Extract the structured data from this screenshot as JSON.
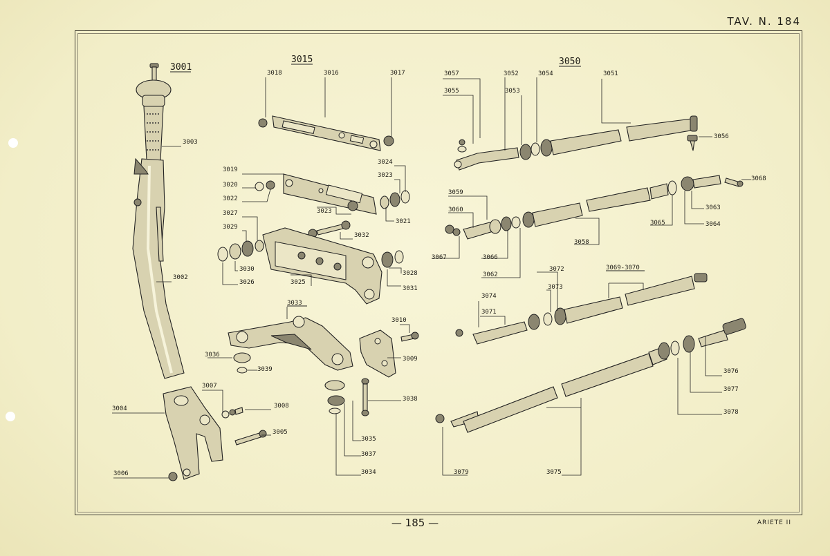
{
  "header": {
    "plate_title": "TAV. N. 184"
  },
  "footer": {
    "page_number": "— 185 —",
    "model": "ARIETE II"
  },
  "groups": [
    {
      "id": "g3001",
      "text": "3001"
    },
    {
      "id": "g3015",
      "text": "3015"
    },
    {
      "id": "g3050",
      "text": "3050"
    },
    {
      "id": "g3033",
      "text": "3033"
    },
    {
      "id": "g3069",
      "text": "3069-3070"
    }
  ],
  "labels": [
    {
      "id": "l3003",
      "text": "3003"
    },
    {
      "id": "l3002",
      "text": "3002"
    },
    {
      "id": "l3004",
      "text": "3004"
    },
    {
      "id": "l3006",
      "text": "3006"
    },
    {
      "id": "l3007",
      "text": "3007"
    },
    {
      "id": "l3008",
      "text": "3008"
    },
    {
      "id": "l3005",
      "text": "3005"
    },
    {
      "id": "l3018",
      "text": "3018"
    },
    {
      "id": "l3016",
      "text": "3016"
    },
    {
      "id": "l3017",
      "text": "3017"
    },
    {
      "id": "l3019",
      "text": "3019"
    },
    {
      "id": "l3020",
      "text": "3020"
    },
    {
      "id": "l3022",
      "text": "3022"
    },
    {
      "id": "l3024",
      "text": "3024"
    },
    {
      "id": "l3023a",
      "text": "3023"
    },
    {
      "id": "l3023b",
      "text": "3023"
    },
    {
      "id": "l3021",
      "text": "3021"
    },
    {
      "id": "l3027",
      "text": "3027"
    },
    {
      "id": "l3029",
      "text": "3029"
    },
    {
      "id": "l3032",
      "text": "3032"
    },
    {
      "id": "l3030",
      "text": "3030"
    },
    {
      "id": "l3026",
      "text": "3026"
    },
    {
      "id": "l3025",
      "text": "3025"
    },
    {
      "id": "l3028",
      "text": "3028"
    },
    {
      "id": "l3031",
      "text": "3031"
    },
    {
      "id": "l3010",
      "text": "3010"
    },
    {
      "id": "l3009",
      "text": "3009"
    },
    {
      "id": "l3036",
      "text": "3036"
    },
    {
      "id": "l3039",
      "text": "3039"
    },
    {
      "id": "l3038",
      "text": "3038"
    },
    {
      "id": "l3035",
      "text": "3035"
    },
    {
      "id": "l3037",
      "text": "3037"
    },
    {
      "id": "l3034",
      "text": "3034"
    },
    {
      "id": "l3057",
      "text": "3057"
    },
    {
      "id": "l3052",
      "text": "3052"
    },
    {
      "id": "l3054",
      "text": "3054"
    },
    {
      "id": "l3051",
      "text": "3051"
    },
    {
      "id": "l3055",
      "text": "3055"
    },
    {
      "id": "l3053",
      "text": "3053"
    },
    {
      "id": "l3056",
      "text": "3056"
    },
    {
      "id": "l3068",
      "text": "3068"
    },
    {
      "id": "l3059",
      "text": "3059"
    },
    {
      "id": "l3060",
      "text": "3060"
    },
    {
      "id": "l3063",
      "text": "3063"
    },
    {
      "id": "l3065",
      "text": "3065"
    },
    {
      "id": "l3064",
      "text": "3064"
    },
    {
      "id": "l3058",
      "text": "3058"
    },
    {
      "id": "l3067",
      "text": "3067"
    },
    {
      "id": "l3066",
      "text": "3066"
    },
    {
      "id": "l3062",
      "text": "3062"
    },
    {
      "id": "l3072",
      "text": "3072"
    },
    {
      "id": "l3073",
      "text": "3073"
    },
    {
      "id": "l3074",
      "text": "3074"
    },
    {
      "id": "l3071",
      "text": "3071"
    },
    {
      "id": "l3076",
      "text": "3076"
    },
    {
      "id": "l3077",
      "text": "3077"
    },
    {
      "id": "l3078",
      "text": "3078"
    },
    {
      "id": "l3079",
      "text": "3079"
    },
    {
      "id": "l3075",
      "text": "3075"
    }
  ]
}
